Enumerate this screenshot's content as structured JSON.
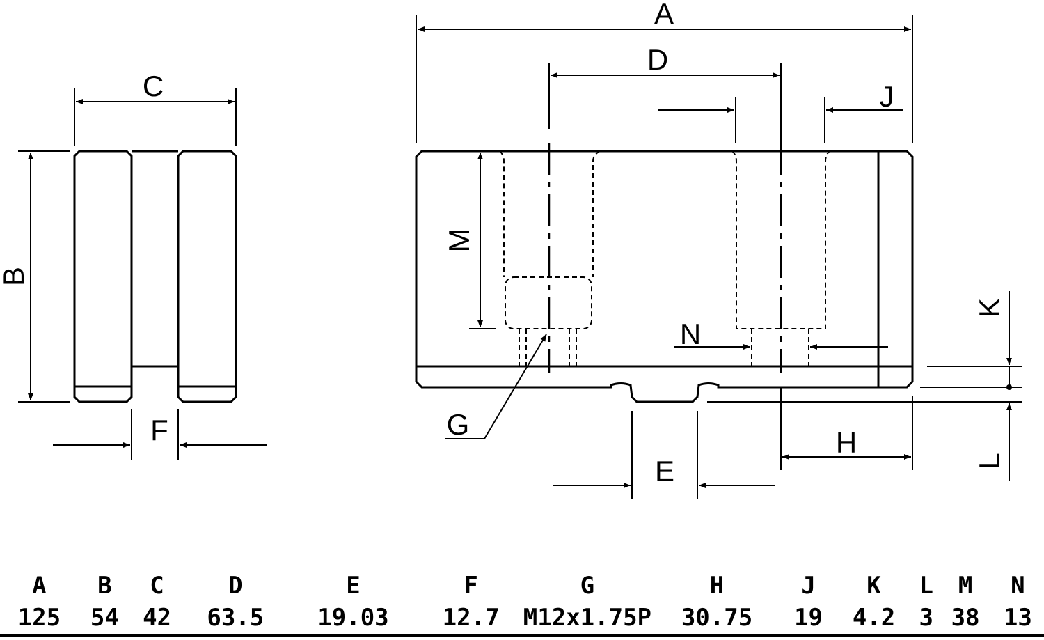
{
  "labels": {
    "A": "A",
    "B": "B",
    "C": "C",
    "D": "D",
    "E": "E",
    "F": "F",
    "G": "G",
    "H": "H",
    "J": "J",
    "K": "K",
    "L": "L",
    "M": "M",
    "N": "N"
  },
  "table": {
    "headers": [
      "A",
      "B",
      "C",
      "D",
      "E",
      "F",
      "G",
      "H",
      "J",
      "K",
      "L",
      "M",
      "N"
    ],
    "values": [
      "125",
      "54",
      "42",
      "63.5",
      "19.03",
      "12.7",
      "M12x1.75P",
      "30.75",
      "19",
      "4.2",
      "3",
      "38",
      "13"
    ]
  }
}
